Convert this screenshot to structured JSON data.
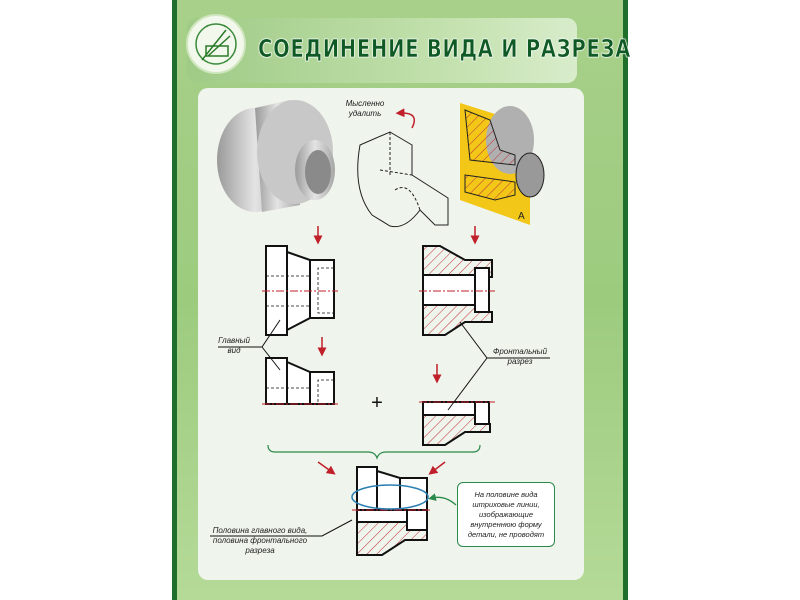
{
  "header": {
    "title": "СОЕДИНЕНИЕ ВИДА И РАЗРЕЗА"
  },
  "labels": {
    "remove": "Мысленно удалить",
    "main_view": "Главный вид",
    "frontal_section": "Фронтальный разрез",
    "plane": "А",
    "plus": "+",
    "half_label": "Половина главного вида, половина фронтального разреза",
    "callout": "На половине вида штриховые линии, изображающие внутреннюю форму детали, не проводят"
  },
  "colors": {
    "brand": "#1f6e2c",
    "arrow": "#c0202a",
    "hatch": "#c0303a",
    "callout_border": "#2a8a4a",
    "ellipse": "#2a7fb0",
    "section_plane": "#f2c200"
  }
}
